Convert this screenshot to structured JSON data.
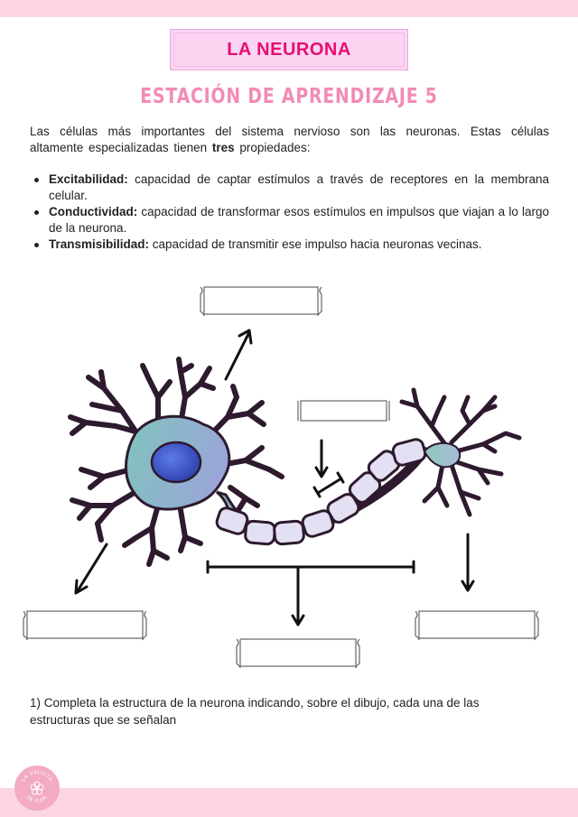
{
  "header": {
    "title": "LA NEURONA",
    "subtitle": "ESTACIÓN DE APRENDIZAJE 5"
  },
  "intro": {
    "text_before": "Las células más importantes del sistema nervioso son las neuronas. Estas células altamente especializadas tienen ",
    "bold": "tres",
    "text_after": " propiedades:"
  },
  "properties": [
    {
      "term": "Excitabilidad:",
      "description": " capacidad de captar estímulos a través de receptores en la membrana celular."
    },
    {
      "term": "Conductividad:",
      "description": " capacidad de transformar esos estímulos en impulsos que viajan a lo largo de la neurona."
    },
    {
      "term": "Transmisibilidad:",
      "description": " capacidad de transmitir ese impulso hacia neuronas vecinas."
    }
  ],
  "instruction": "1) Completa la estructura de la neurona indicando, sobre el dibujo, cada una de las estructuras que se señalan",
  "logo": {
    "text_top": "LA VALIJITA",
    "text_bottom": "DE FLOR",
    "icon": "flower-icon"
  },
  "colors": {
    "band": "#fbd5e3",
    "title_bg": "#fbd4f2",
    "title_text": "#e5106e",
    "subtitle": "#f28bb5",
    "neuron_outline": "#2e1a2e",
    "cell_body": "#8fb0cf",
    "nucleus": "#3a4fc4",
    "myelin": "#e4e0f3"
  }
}
